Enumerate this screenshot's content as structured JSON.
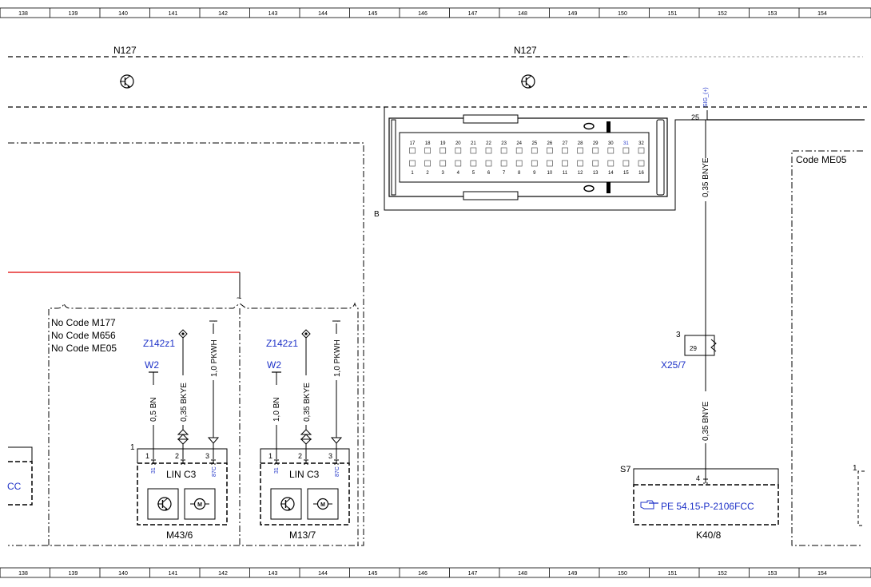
{
  "ruler": [
    "138",
    "139",
    "140",
    "141",
    "142",
    "143",
    "144",
    "145",
    "146",
    "147",
    "148",
    "149",
    "150",
    "151",
    "152",
    "153",
    "154"
  ],
  "n127_left": "N127",
  "n127_right": "N127",
  "connector": {
    "label": "B",
    "pins_top": [
      "17",
      "18",
      "19",
      "20",
      "21",
      "22",
      "23",
      "24",
      "25",
      "26",
      "27",
      "28",
      "29",
      "30",
      "31",
      "32"
    ],
    "pins_bottom": [
      "1",
      "2",
      "3",
      "4",
      "5",
      "6",
      "7",
      "8",
      "9",
      "10",
      "11",
      "12",
      "13",
      "14",
      "15",
      "16"
    ]
  },
  "sig": "SIG_(+)",
  "pin25": "25",
  "wire_top": "0,35 BNYE",
  "wire_mid": "0,35 BNYE",
  "x25": {
    "pin_outer": "3",
    "pin_inner": "29",
    "label": "X25/7"
  },
  "code_me05": "Code ME05",
  "no_codes": [
    "No Code M177",
    "No Code M656",
    "No Code ME05"
  ],
  "tilde": "~",
  "m43": {
    "connector": "1",
    "z142": "Z142z1",
    "w2": "W2",
    "wire1": "0,5 BN",
    "wire2": "0,35 BKYE",
    "wire3": "1,0 PKWH",
    "pins": [
      "1",
      "2",
      "3"
    ],
    "pin_codes": [
      "31",
      "87C"
    ],
    "lin": "LIN C3",
    "label": "M43/6"
  },
  "m13": {
    "z142": "Z142z1",
    "w2": "W2",
    "wire1": "1,0 BN",
    "wire2": "0,35 BKYE",
    "wire3": "1,0 PKWH",
    "pins": [
      "1",
      "2",
      "3"
    ],
    "pin_codes": [
      "31",
      "87C"
    ],
    "lin": "LIN C3",
    "label": "M13/7"
  },
  "k40": {
    "s": "S7",
    "pin": "4",
    "pe": "PE 54.15-P-2106FCC",
    "label": "K40/8",
    "right_pin": "1"
  },
  "left_cc": "CC",
  "icons": [
    "transistor-icon",
    "motor-icon",
    "pointing-hand-icon",
    "connector-icon",
    "ground-icon"
  ],
  "colors": {
    "line": "#000000",
    "link": "#1f33c8",
    "red_wire": "#e00000"
  }
}
